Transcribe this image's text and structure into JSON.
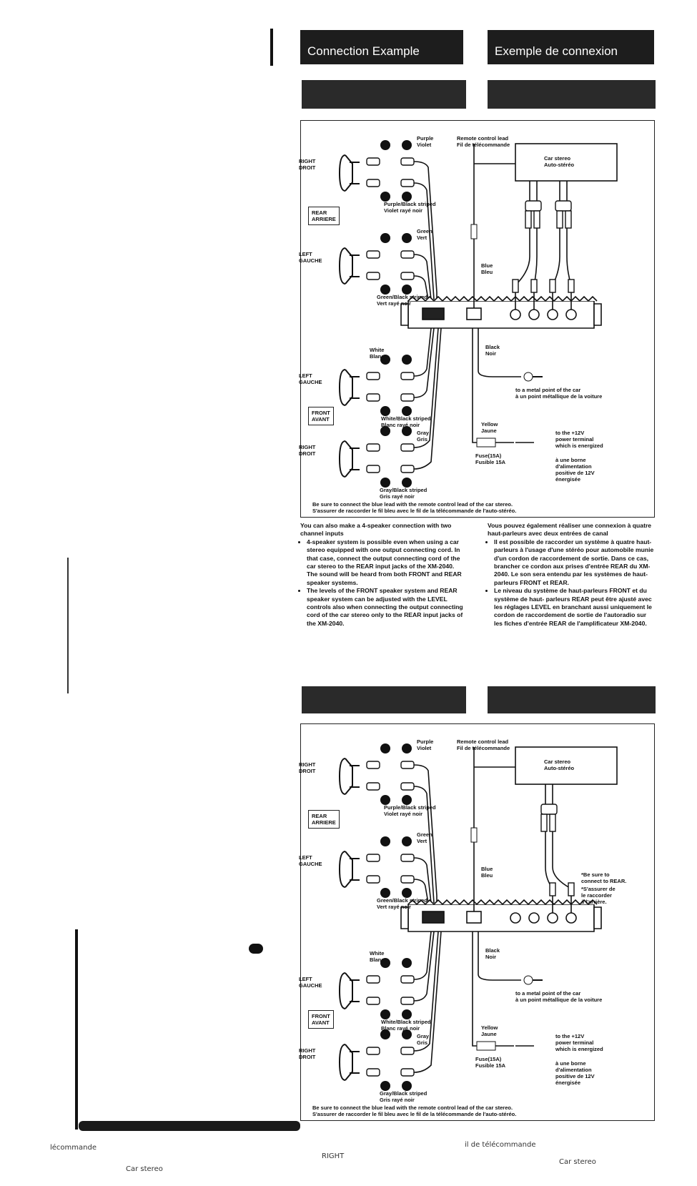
{
  "headers": {
    "en": "Connection Example",
    "fr": "Exemple de connexion"
  },
  "diagram1": {
    "speakers": [
      {
        "side_en": "RIGHT",
        "side_fr": "DROIT",
        "wire_en": "Purple",
        "wire_fr": "Violet",
        "stripe_en": "Purple/Black striped",
        "stripe_fr": "Violet rayé noir"
      },
      {
        "side_en": "LEFT",
        "side_fr": "GAUCHE",
        "wire_en": "Green",
        "wire_fr": "Vert",
        "stripe_en": "Green/Black striped",
        "stripe_fr": "Vert rayé noir"
      },
      {
        "side_en": "LEFT",
        "side_fr": "GAUCHE",
        "wire_en": "White",
        "wire_fr": "Blanc",
        "stripe_en": "White/Black striped",
        "stripe_fr": "Blanc rayé noir"
      },
      {
        "side_en": "RIGHT",
        "side_fr": "DROIT",
        "wire_en": "Gray",
        "wire_fr": "Gris",
        "stripe_en": "Gray/Black striped",
        "stripe_fr": "Gris rayé noir"
      }
    ],
    "rear_en": "REAR",
    "rear_fr": "ARRIERE",
    "front_en": "FRONT",
    "front_fr": "AVANT",
    "remote_en": "Remote control lead",
    "remote_fr": "Fil de télécommande",
    "carstereo_en": "Car stereo",
    "carstereo_fr": "Auto-stéréo",
    "blue_en": "Blue",
    "blue_fr": "Bleu",
    "black_en": "Black",
    "black_fr": "Noir",
    "ground_en": "to a metal point of the car",
    "ground_fr": "à un point métallique de la voiture",
    "yellow_en": "Yellow",
    "yellow_fr": "Jaune",
    "power_en": [
      "to the +12V",
      "power terminal",
      "which is energized"
    ],
    "power_fr": [
      "à une borne",
      "d'alimentation",
      "positive de 12V",
      "énergisée"
    ],
    "fuse_en": "Fuse(15A)",
    "fuse_fr": "Fusible 15A",
    "note_en": "Be sure to connect the blue lead with the remote control lead of the car stereo.",
    "note_fr": "S'assurer de raccorder le fil bleu avec le fil de la télécommande de l'auto-stéréo."
  },
  "diagram2": {
    "rear_note_en": [
      "*Be sure to",
      "connect to REAR."
    ],
    "rear_note_fr": [
      "*S'assurer de",
      "le raccorder",
      "à l'arrière."
    ]
  },
  "text_en": {
    "heading": "You can also make a 4-speaker connection with two channel inputs",
    "bullets": [
      "4-speaker system is possible even when using a car stereo equipped with one output connecting cord. In that case, connect the output connecting cord of the car stereo to the REAR input jacks of the XM-2040. The sound will be heard from both FRONT and REAR speaker systems.",
      "The levels of the FRONT speaker system and REAR speaker system can be adjusted with the LEVEL controls also when connecting the output connecting cord of the car stereo only to the REAR input jacks of the XM-2040."
    ]
  },
  "text_fr": {
    "heading": "Vous pouvez également réaliser une connexion à quatre haut-parleurs avec deux entrées de canal",
    "bullets": [
      "Il est possible de raccorder un système à quatre haut-parleurs à l'usage d'une stéréo pour automobile munie d'un cordon de raccordement de sortie. Dans ce cas, brancher ce cordon aux prises d'entrée REAR du XM-2040. Le son sera entendu par les systèmes de haut-parleurs FRONT et REAR.",
      "Le niveau du système de haut-parleurs FRONT et du système de haut- parleurs REAR peut être ajusté avec les réglages LEVEL en branchant aussi uniquement le cordon de raccordement de sortie de l'autoradio sur les fiches d'entrée REAR de l'amplificateur XM-2040."
    ]
  },
  "footer": {
    "left1": "lécommande",
    "left2": "Car stereo",
    "mid1": "RIGHT",
    "mid2": "il de télécommande",
    "right": "Car stereo"
  }
}
